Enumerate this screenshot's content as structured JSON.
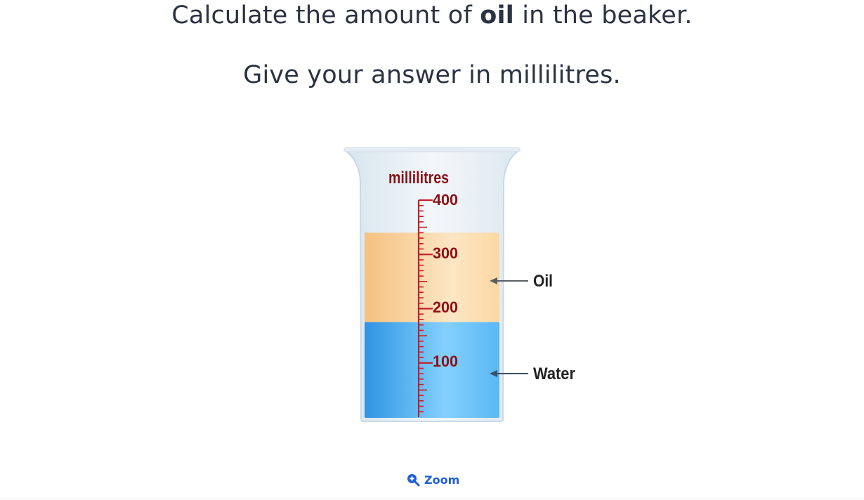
{
  "question": {
    "line1_pre": "Calculate the amount of ",
    "line1_bold": "oil",
    "line1_post": " in the beaker.",
    "line2": "Give your answer in millilitres."
  },
  "beaker": {
    "unit_label": "millilitres",
    "scale_max": 400,
    "scale_labels": [
      "400",
      "300",
      "200",
      "100"
    ],
    "oil_label": "Oil",
    "water_label": "Water",
    "water_level": 175,
    "oil_level": 340
  },
  "colors": {
    "scale": "#c0202b",
    "scale_text": "#8a1016",
    "oil": "#f7c98a",
    "water": "#48aaf0",
    "text": "#2b3242",
    "link": "#1f5fd6"
  },
  "zoom": {
    "label": "Zoom",
    "icon": "zoom-in-icon"
  }
}
